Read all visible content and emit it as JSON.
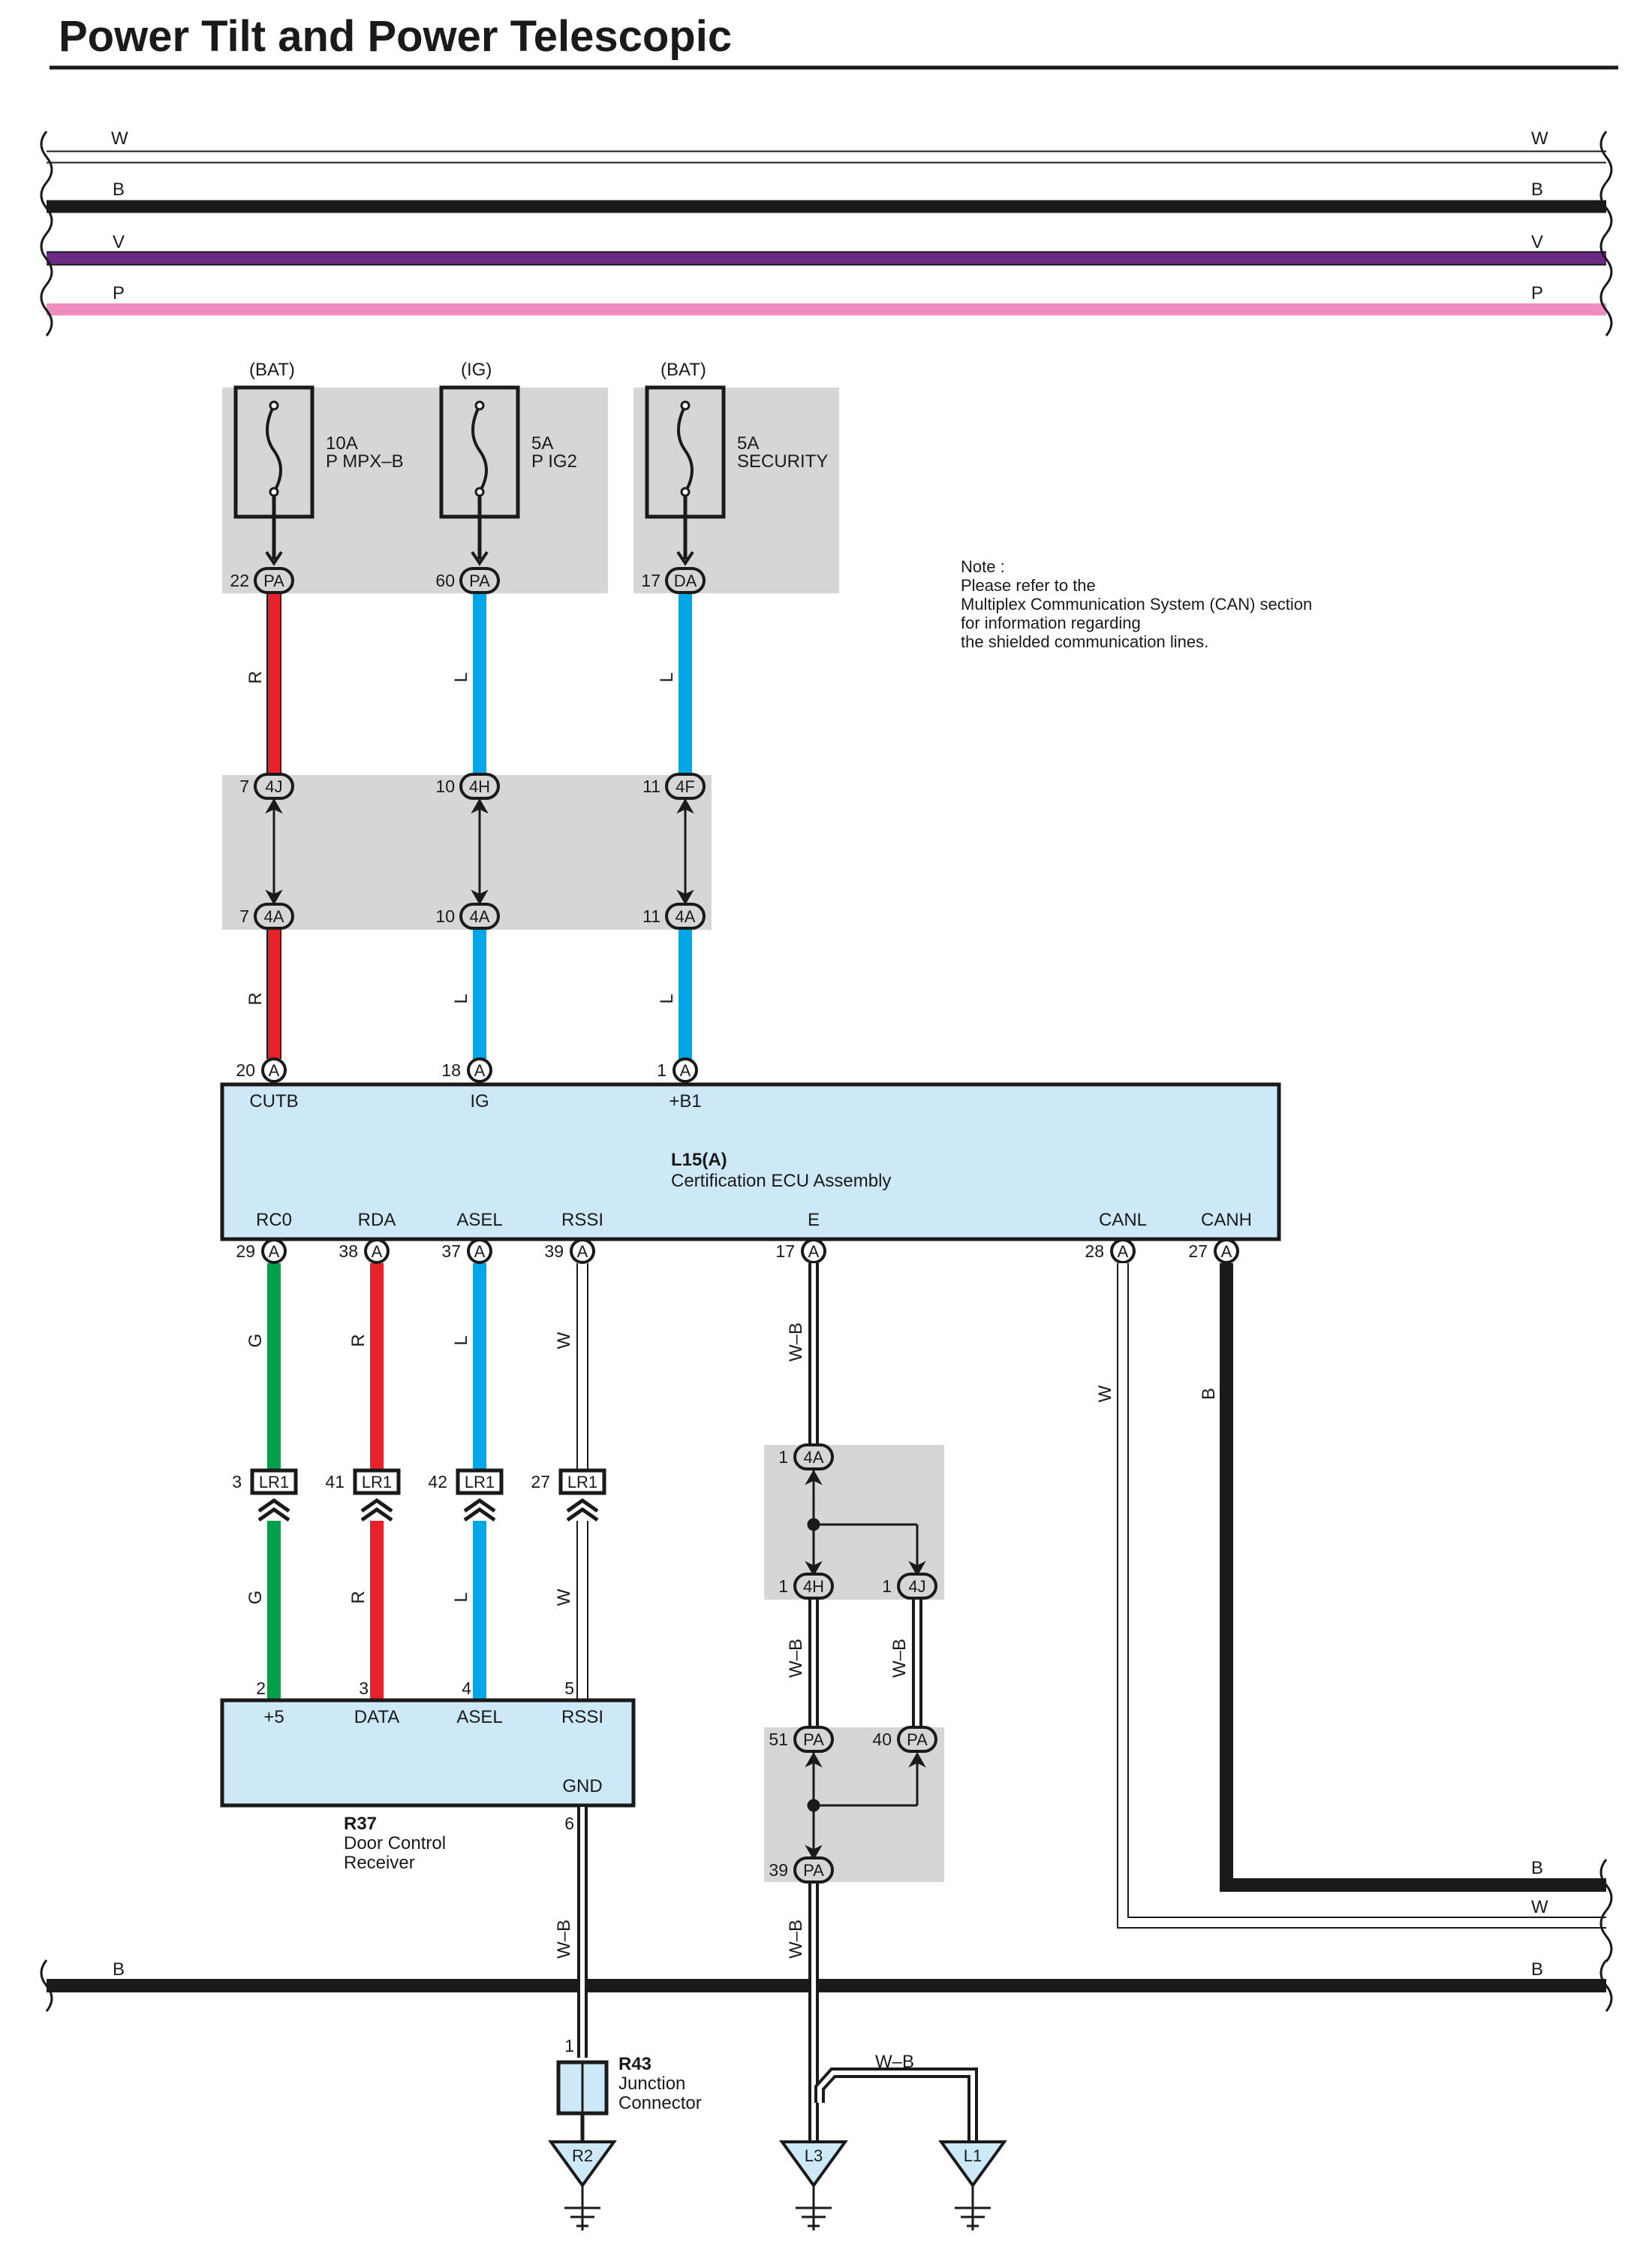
{
  "title": "Power Tilt and Power Telescopic",
  "colors": {
    "W": "#ffffff",
    "B": "#1a1a1a",
    "V": "#6a2a86",
    "P": "#f08cbe",
    "R": "#e8222a",
    "L": "#00a6e6",
    "G": "#00a04a",
    "W-B": "#ffffff",
    "box_grey": "#d6d6d6",
    "ecu_fill": "#cde9f7"
  },
  "buses_top": [
    {
      "label_left": "W",
      "label_right": "W"
    },
    {
      "label_left": "B",
      "label_right": "B"
    },
    {
      "label_left": "V",
      "label_right": "V"
    },
    {
      "label_left": "P",
      "label_right": "P"
    }
  ],
  "bus_bottom": {
    "label_left": "B",
    "label_right": "B"
  },
  "fuses": [
    {
      "source": "(BAT)",
      "rating": "10A",
      "name": "P MPX–B",
      "pin": "22",
      "connector": "PA",
      "wire": "R"
    },
    {
      "source": "(IG)",
      "rating": "5A",
      "name": "P IG2",
      "pin": "60",
      "connector": "PA",
      "wire": "L"
    },
    {
      "source": "(BAT)",
      "rating": "5A",
      "name": "SECURITY",
      "pin": "17",
      "connector": "DA",
      "wire": "L"
    }
  ],
  "note": {
    "lines": [
      "Note :",
      "Please refer to the",
      "Multiplex Communication System (CAN) section",
      "for information regarding",
      "the shielded communication lines."
    ]
  },
  "junction_mid": [
    {
      "pin_top": "7",
      "conn_top": "4J",
      "pin_bot": "7",
      "conn_bot": "4A",
      "wire": "R"
    },
    {
      "pin_top": "10",
      "conn_top": "4H",
      "pin_bot": "10",
      "conn_bot": "4A",
      "wire": "L"
    },
    {
      "pin_top": "11",
      "conn_top": "4F",
      "pin_bot": "11",
      "conn_bot": "4A",
      "wire": "L"
    }
  ],
  "ecu": {
    "id": "L15(A)",
    "name": "Certification ECU Assembly",
    "top_pins": [
      {
        "pin": "20",
        "conn": "A",
        "label": "CUTB"
      },
      {
        "pin": "18",
        "conn": "A",
        "label": "IG"
      },
      {
        "pin": "1",
        "conn": "A",
        "label": "+B1"
      }
    ],
    "bottom_pins": [
      {
        "pin": "29",
        "conn": "A",
        "label": "RC0",
        "wire": "G"
      },
      {
        "pin": "38",
        "conn": "A",
        "label": "RDA",
        "wire": "R"
      },
      {
        "pin": "37",
        "conn": "A",
        "label": "ASEL",
        "wire": "L"
      },
      {
        "pin": "39",
        "conn": "A",
        "label": "RSSI",
        "wire": "W"
      },
      {
        "pin": "17",
        "conn": "A",
        "label": "E",
        "wire": "W–B"
      },
      {
        "pin": "28",
        "conn": "A",
        "label": "CANL",
        "wire": "W"
      },
      {
        "pin": "27",
        "conn": "A",
        "label": "CANH",
        "wire": "B"
      }
    ]
  },
  "lr1": [
    {
      "pin": "3",
      "conn": "LR1",
      "wire_below": "G"
    },
    {
      "pin": "41",
      "conn": "LR1",
      "wire_below": "R"
    },
    {
      "pin": "42",
      "conn": "LR1",
      "wire_below": "L"
    },
    {
      "pin": "27",
      "conn": "LR1",
      "wire_below": "W"
    }
  ],
  "receiver": {
    "id": "R37",
    "name_line1": "Door Control",
    "name_line2": "Receiver",
    "pins": [
      {
        "pin": "2",
        "label": "+5"
      },
      {
        "pin": "3",
        "label": "DATA"
      },
      {
        "pin": "4",
        "label": "ASEL"
      },
      {
        "pin": "5",
        "label": "RSSI"
      }
    ],
    "gnd_label": "GND",
    "gnd_pin": "6",
    "gnd_wire": "W–B"
  },
  "ground_junction": {
    "j1": {
      "pin": "1",
      "conn": "4A"
    },
    "j2a": {
      "pin": "1",
      "conn": "4H"
    },
    "j2b": {
      "pin": "1",
      "conn": "4J"
    },
    "j3a": {
      "pin": "51",
      "conn": "PA"
    },
    "j3b": {
      "pin": "40",
      "conn": "PA"
    },
    "j4": {
      "pin": "39",
      "conn": "PA"
    },
    "wire_label": "W–B"
  },
  "junction_connector": {
    "id": "R43",
    "name_line1": "Junction",
    "name_line2": "Connector",
    "pin": "1"
  },
  "grounds": [
    {
      "label": "R2"
    },
    {
      "label": "L3"
    },
    {
      "label": "L1"
    }
  ],
  "right_side_labels": {
    "canh": "B",
    "canl": "W",
    "ground_bus": "B",
    "ground_branch": "W–B"
  }
}
